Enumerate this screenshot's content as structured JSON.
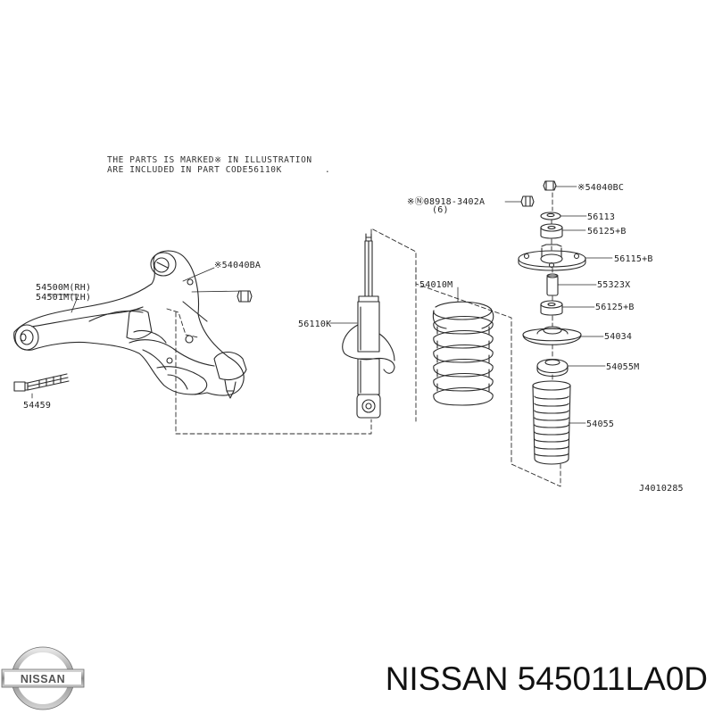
{
  "note": {
    "line1": "THE PARTS IS MARKED※ IN ILLUSTRATION",
    "line2": "ARE INCLUDED IN PART CODE56110K"
  },
  "labels": {
    "p54040BC": "※54040BC",
    "p08918": "※Ⓝ08918-3402A",
    "p08918_qty": "(6)",
    "p56113": "56113",
    "p56125_top": "56125+B",
    "p56115": "56115+B",
    "p55323": "55323X",
    "p56125_mid": "56125+B",
    "p54034": "54034",
    "p54055M": "54055M",
    "p54055": "54055",
    "p54010M": "54010M",
    "p56110K": "56110K",
    "p54040BA": "※54040BA",
    "p54500M": "54500M(RH)",
    "p54501M": "54501M(LH)",
    "p54459": "54459",
    "diagram_code": "J4010285"
  },
  "footer": {
    "brand": "NISSAN",
    "part_title": "NISSAN 545011LA0D"
  },
  "colors": {
    "line": "#2a2a2a",
    "text": "#111111",
    "logo_silver": "#9a9a9a"
  }
}
